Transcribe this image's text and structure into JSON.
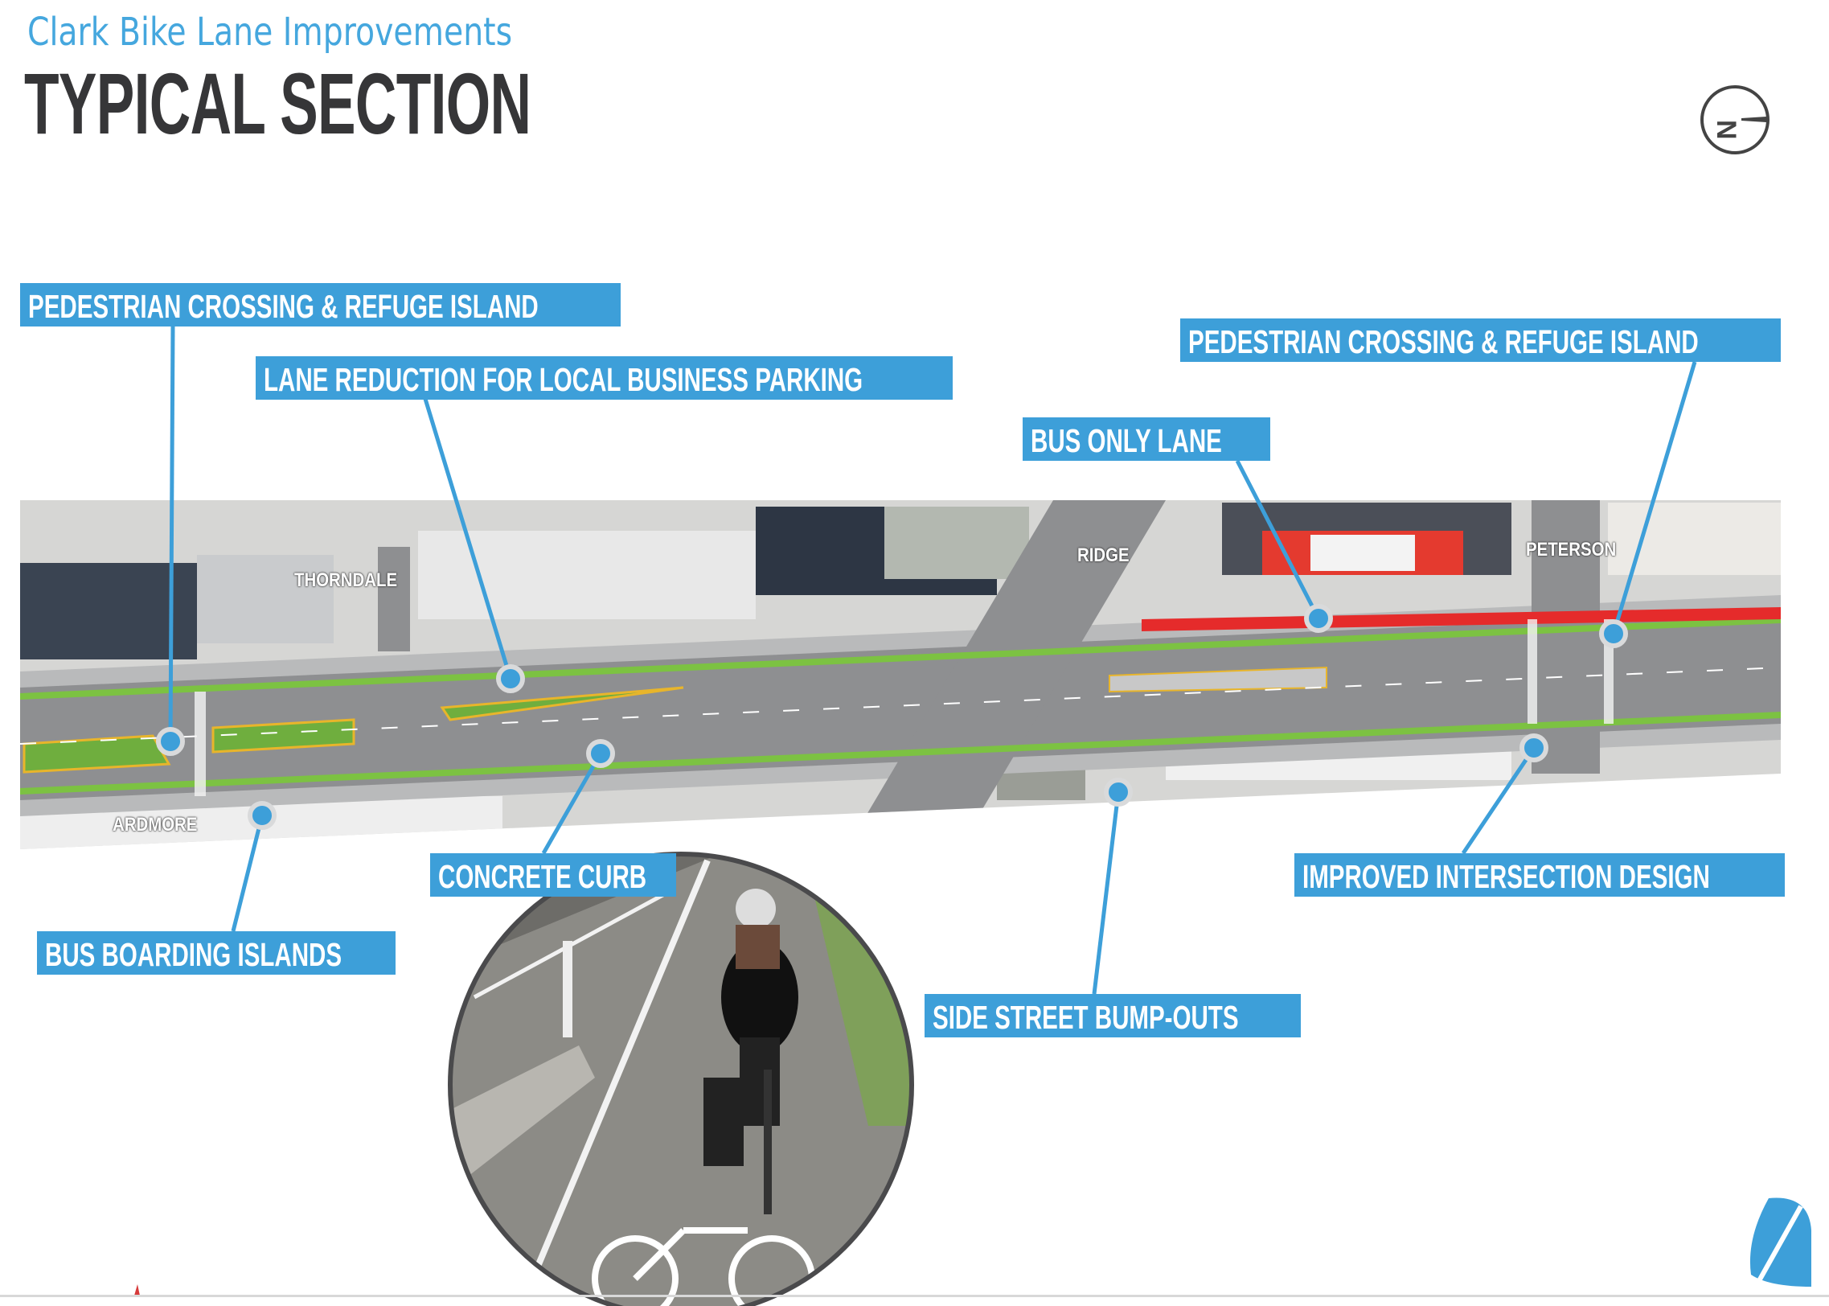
{
  "header": {
    "subtitle": "Clark Bike Lane Improvements",
    "title": "TYPICAL SECTION",
    "north_arrow_letter": "N"
  },
  "colors": {
    "accent": "#3d9fd9",
    "title": "#363638",
    "bike_lane": "#7cc242",
    "bus_lane": "#e52b2b",
    "road": "#8e8f91"
  },
  "streets": {
    "thorndale": "THORNDALE",
    "ardmore": "ARDMORE",
    "ridge": "RIDGE",
    "peterson": "PETERSON"
  },
  "callouts": {
    "ped_crossing_left": "PEDESTRIAN CROSSING & REFUGE ISLAND",
    "lane_reduction": "LANE REDUCTION FOR LOCAL BUSINESS PARKING",
    "ped_crossing_right": "PEDESTRIAN CROSSING & REFUGE ISLAND",
    "bus_only_lane": "BUS ONLY LANE",
    "concrete_curb": "CONCRETE CURB",
    "bus_boarding_islands": "BUS BOARDING ISLANDS",
    "side_street_bump_outs": "SIDE STREET BUMP-OUTS",
    "improved_intersection": "IMPROVED INTERSECTION DESIGN"
  }
}
